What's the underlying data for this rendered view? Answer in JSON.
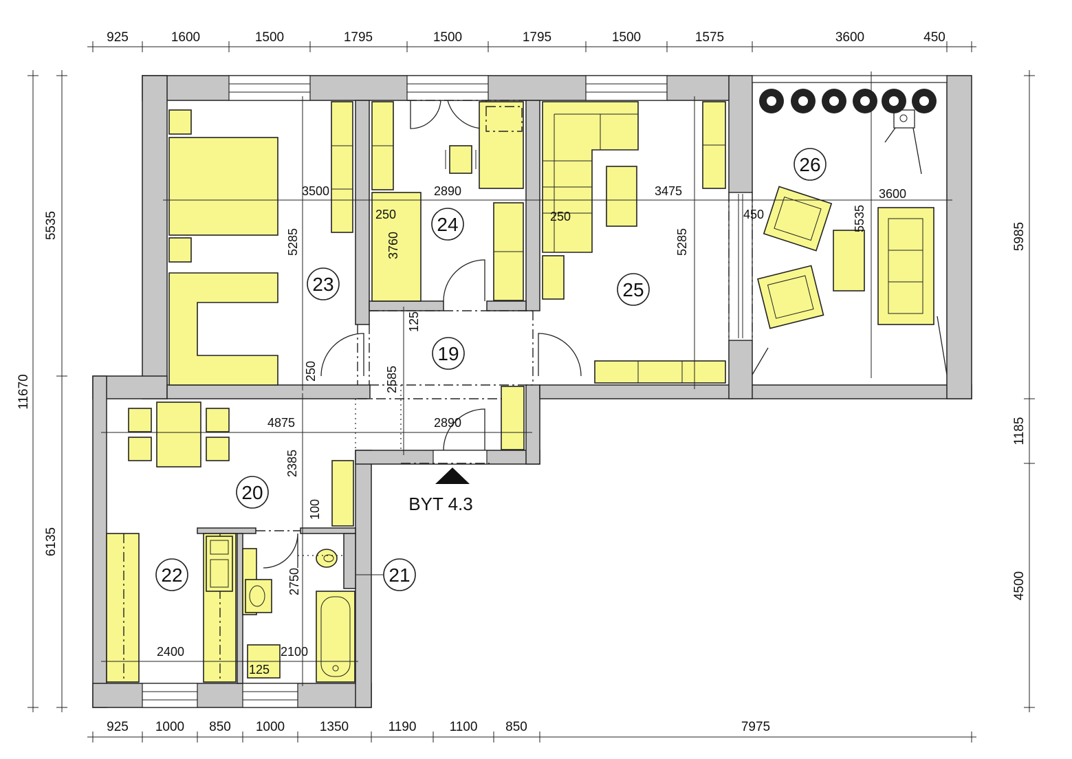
{
  "apartment_label": "BYT 4.3",
  "dims": {
    "top": [
      "925",
      "1600",
      "1500",
      "1795",
      "1500",
      "1795",
      "1500",
      "1575",
      "3600",
      "450"
    ],
    "bottom": [
      "925",
      "1000",
      "850",
      "1000",
      "1350",
      "1190",
      "1100",
      "850",
      "7975"
    ],
    "left": [
      "5535",
      "11670",
      "6135"
    ],
    "right": [
      "5985",
      "1185",
      "4500"
    ],
    "interior": {
      "r23_w": "3500",
      "r23_h": "5285",
      "r23_niche": "250",
      "r24_w": "2890",
      "r24_a": "250",
      "r24_b": "3760",
      "r25_w": "3475",
      "r25_a": "250",
      "r25_h": "5285",
      "r26_w": "3600",
      "r26_a": "450",
      "r26_h": "5535",
      "r19_a": "125",
      "r19_b": "2585",
      "r19_w": "2890",
      "r20_w": "4875",
      "r20_h": "2385",
      "r20_a": "100",
      "r21_h": "2750",
      "r21_w": "2100",
      "r21_a": "125",
      "r22_w": "2400"
    }
  },
  "rooms": {
    "r19": "19",
    "r20": "20",
    "r21": "21",
    "r22": "22",
    "r23": "23",
    "r24": "24",
    "r25": "25",
    "r26": "26"
  }
}
